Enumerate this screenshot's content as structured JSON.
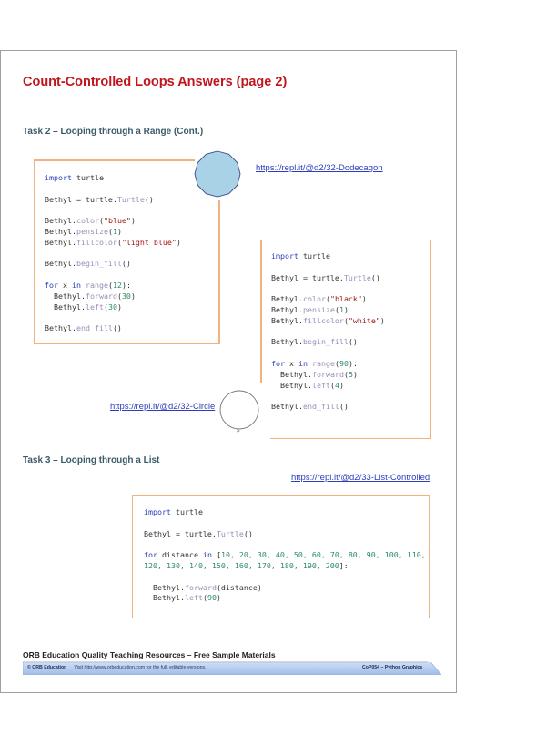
{
  "document": {
    "title": "Count-Controlled Loops Answers (page 2)",
    "task2": {
      "heading": "Task 2 – Looping through a Range (Cont.)",
      "dodecagon": {
        "link": "https://repl.it/@d2/32-Dodecagon",
        "fill_color": "#a9d2e6",
        "stroke_color": "#3a4a8a",
        "code": {
          "l1_kw": "import",
          "l1_rest": " turtle",
          "l2_a": "Bethyl = turtle.",
          "l2_fn": "Turtle",
          "l2_b": "()",
          "l3_a": "Bethyl.",
          "l3_fn": "color",
          "l3_b": "(",
          "l3_str": "\"blue\"",
          "l3_c": ")",
          "l4_a": "Bethyl.",
          "l4_fn": "pensize",
          "l4_b": "(",
          "l4_num": "1",
          "l4_c": ")",
          "l5_a": "Bethyl.",
          "l5_fn": "fillcolor",
          "l5_b": "(",
          "l5_str": "\"light blue\"",
          "l5_c": ")",
          "l6_a": "Bethyl.",
          "l6_fn": "begin_fill",
          "l6_b": "()",
          "l7_kw1": "for",
          "l7_a": " x ",
          "l7_kw2": "in",
          "l7_b": " ",
          "l7_fn": "range",
          "l7_c": "(",
          "l7_num": "12",
          "l7_d": "):",
          "l8_a": "  Bethyl.",
          "l8_fn": "forward",
          "l8_b": "(",
          "l8_num": "30",
          "l8_c": ")",
          "l9_a": "  Bethyl.",
          "l9_fn": "left",
          "l9_b": "(",
          "l9_num": "30",
          "l9_c": ")",
          "l10_a": "Bethyl.",
          "l10_fn": "end_fill",
          "l10_b": "()"
        }
      },
      "circle": {
        "link": "https://repl.it/@d2/32-Circle",
        "stroke_color": "#777777",
        "code": {
          "l1_kw": "import",
          "l1_rest": " turtle",
          "l2_a": "Bethyl = turtle.",
          "l2_fn": "Turtle",
          "l2_b": "()",
          "l3_a": "Bethyl.",
          "l3_fn": "color",
          "l3_b": "(",
          "l3_str": "\"black\"",
          "l3_c": ")",
          "l4_a": "Bethyl.",
          "l4_fn": "pensize",
          "l4_b": "(",
          "l4_num": "1",
          "l4_c": ")",
          "l5_a": "Bethyl.",
          "l5_fn": "fillcolor",
          "l5_b": "(",
          "l5_str": "\"white\"",
          "l5_c": ")",
          "l6_a": "Bethyl.",
          "l6_fn": "begin_fill",
          "l6_b": "()",
          "l7_kw1": "for",
          "l7_a": " x ",
          "l7_kw2": "in",
          "l7_b": " ",
          "l7_fn": "range",
          "l7_c": "(",
          "l7_num": "90",
          "l7_d": "):",
          "l8_a": "  Bethyl.",
          "l8_fn": "forward",
          "l8_b": "(",
          "l8_num": "5",
          "l8_c": ")",
          "l9_a": "  Bethyl.",
          "l9_fn": "left",
          "l9_b": "(",
          "l9_num": "4",
          "l9_c": ")",
          "l10_a": "Bethyl.",
          "l10_fn": "end_fill",
          "l10_b": "()"
        }
      }
    },
    "task3": {
      "heading": "Task 3 – Looping through a List",
      "link": "https://repl.it/@d2/33-List-Controlled",
      "code": {
        "l1_kw": "import",
        "l1_rest": " turtle",
        "l2_a": "Bethyl = turtle.",
        "l2_fn": "Turtle",
        "l2_b": "()",
        "l3_kw1": "for",
        "l3_a": " distance ",
        "l3_kw2": "in",
        "l3_b": " [",
        "l3_nums": "10, 20, 30, 40, 50, 60, 70, 80, 90, 100, 110,",
        "l4_nums": "120, 130, 140, 150, 160, 170, 180, 190, 200",
        "l4_end": "]:",
        "l5_a": "  Bethyl.",
        "l5_fn": "forward",
        "l5_b": "(distance)",
        "l6_a": "  Bethyl.",
        "l6_fn": "left",
        "l6_b": "(",
        "l6_num": "90",
        "l6_c": ")"
      }
    },
    "footer": {
      "title": "ORB Education Quality Teaching Resources – Free Sample Materials",
      "copyright": "© ORB Education",
      "visit_text": "Visit http://www.orbeducation.com for the full, editable versions.",
      "course": "CoP054 – Python Graphics"
    }
  }
}
